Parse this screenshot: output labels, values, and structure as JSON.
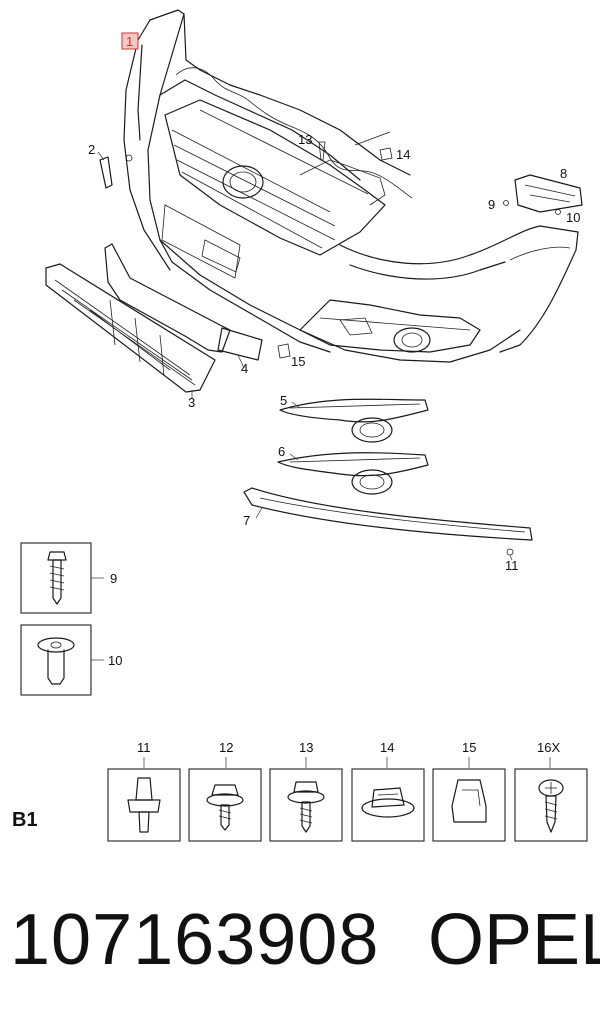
{
  "callouts": {
    "c1": "1",
    "c2": "2",
    "c3": "3",
    "c4": "4",
    "c5": "5",
    "c6": "6",
    "c7": "7",
    "c8": "8",
    "c9": "9",
    "c10": "10",
    "c11": "11",
    "c13": "13",
    "c14": "14",
    "c15": "15"
  },
  "fastener_boxes_left": [
    {
      "label": "9"
    },
    {
      "label": "10"
    }
  ],
  "fastener_table": {
    "row_label": "B1",
    "columns": [
      "11",
      "12",
      "13",
      "14",
      "15",
      "16X"
    ]
  },
  "footer": {
    "part_number": "107163908",
    "brand": "OPEL"
  }
}
